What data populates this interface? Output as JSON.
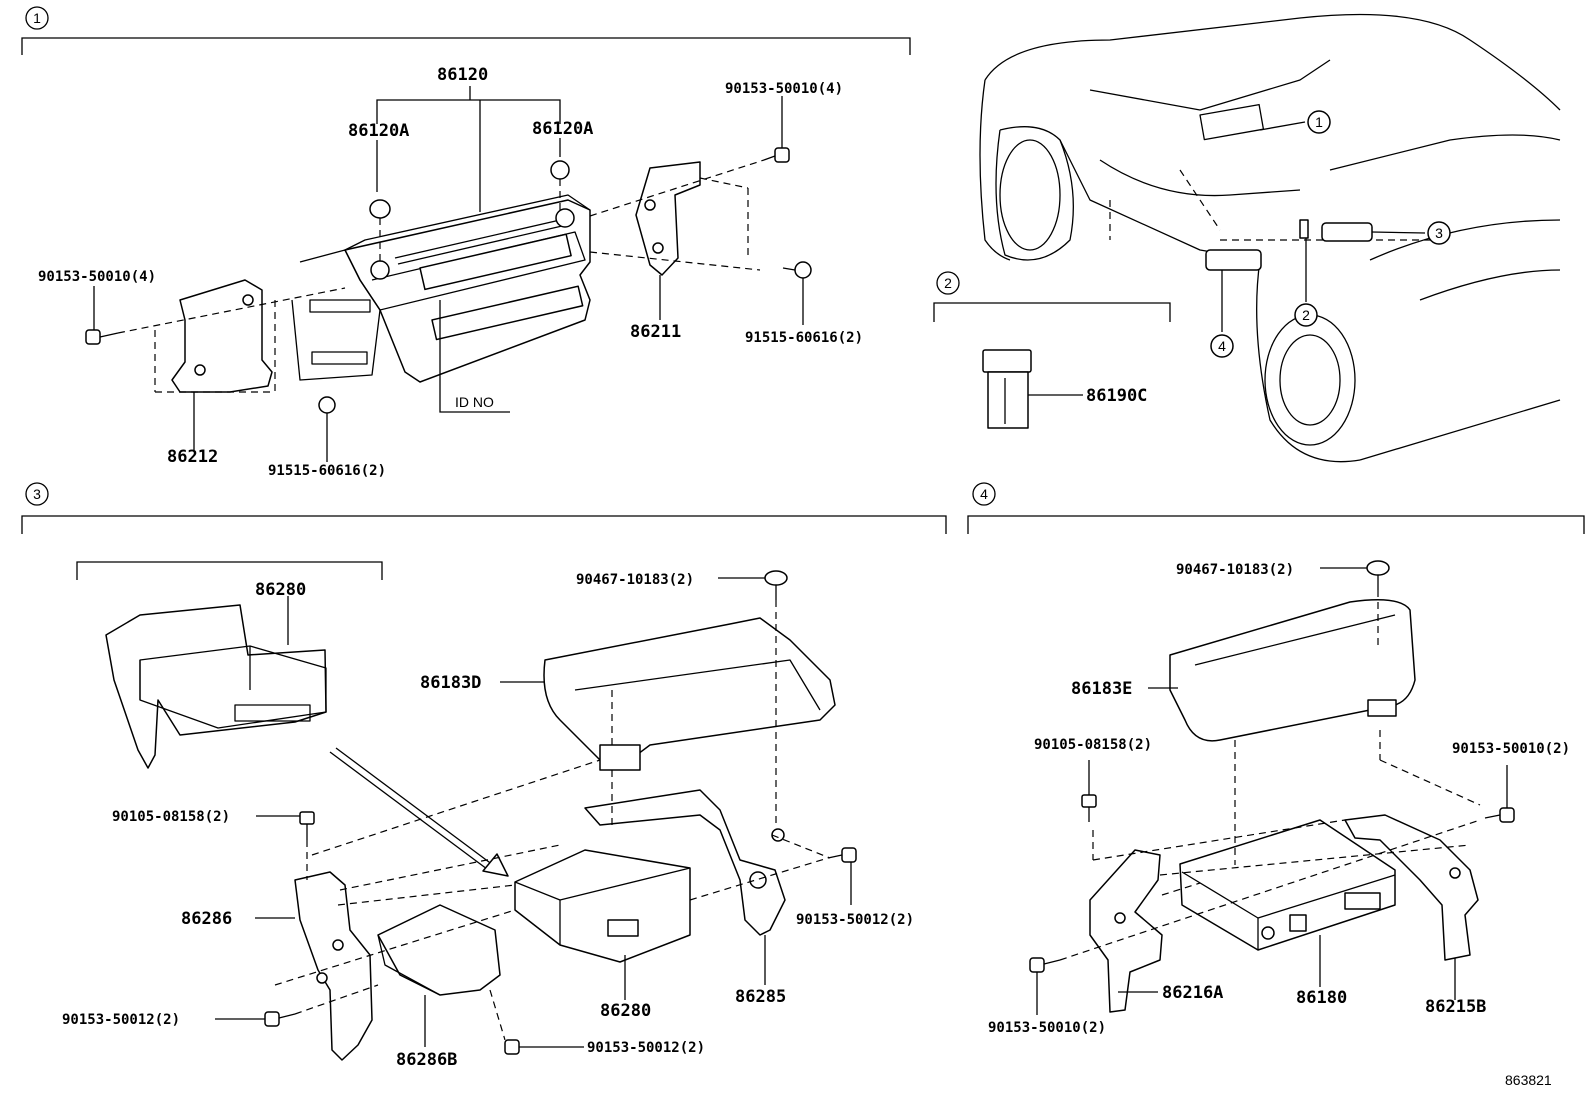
{
  "sections": [
    {
      "id": "1",
      "label": "1"
    },
    {
      "id": "2",
      "label": "2"
    },
    {
      "id": "3",
      "label": "3"
    },
    {
      "id": "4",
      "label": "4"
    }
  ],
  "callouts": {
    "c1": "1",
    "c2": "2",
    "c3": "3",
    "c4": "4"
  },
  "parts": {
    "s1_86120": "86120",
    "s1_86120A_left": "86120A",
    "s1_86120A_right": "86120A",
    "s1_bolt_top_right": "90153-50010(4)",
    "s1_bolt_left": "90153-50010(4)",
    "s1_86211": "86211",
    "s1_screw_right": "91515-60616(2)",
    "s1_86212": "86212",
    "s1_screw_bottom": "91515-60616(2)",
    "s1_id_no": "ID NO",
    "s2_86190C": "86190C",
    "s3_86280_top": "86280",
    "s3_clip": "90467-10183(2)",
    "s3_86183D": "86183D",
    "s3_bolt_08158": "90105-08158(2)",
    "s3_86286": "86286",
    "s3_bolt_50012_right": "90153-50012(2)",
    "s3_86285": "86285",
    "s3_86280_bottom": "86280",
    "s3_bolt_50012_left": "90153-50012(2)",
    "s3_86286B": "86286B",
    "s3_bolt_50012_bottom": "90153-50012(2)",
    "s4_clip": "90467-10183(2)",
    "s4_86183E": "86183E",
    "s4_bolt_08158": "90105-08158(2)",
    "s4_bolt_50010_right": "90153-50010(2)",
    "s4_bolt_50010_left": "90153-50010(2)",
    "s4_86216A": "86216A",
    "s4_86180": "86180",
    "s4_86215B": "86215B"
  },
  "figure_number": "863821"
}
